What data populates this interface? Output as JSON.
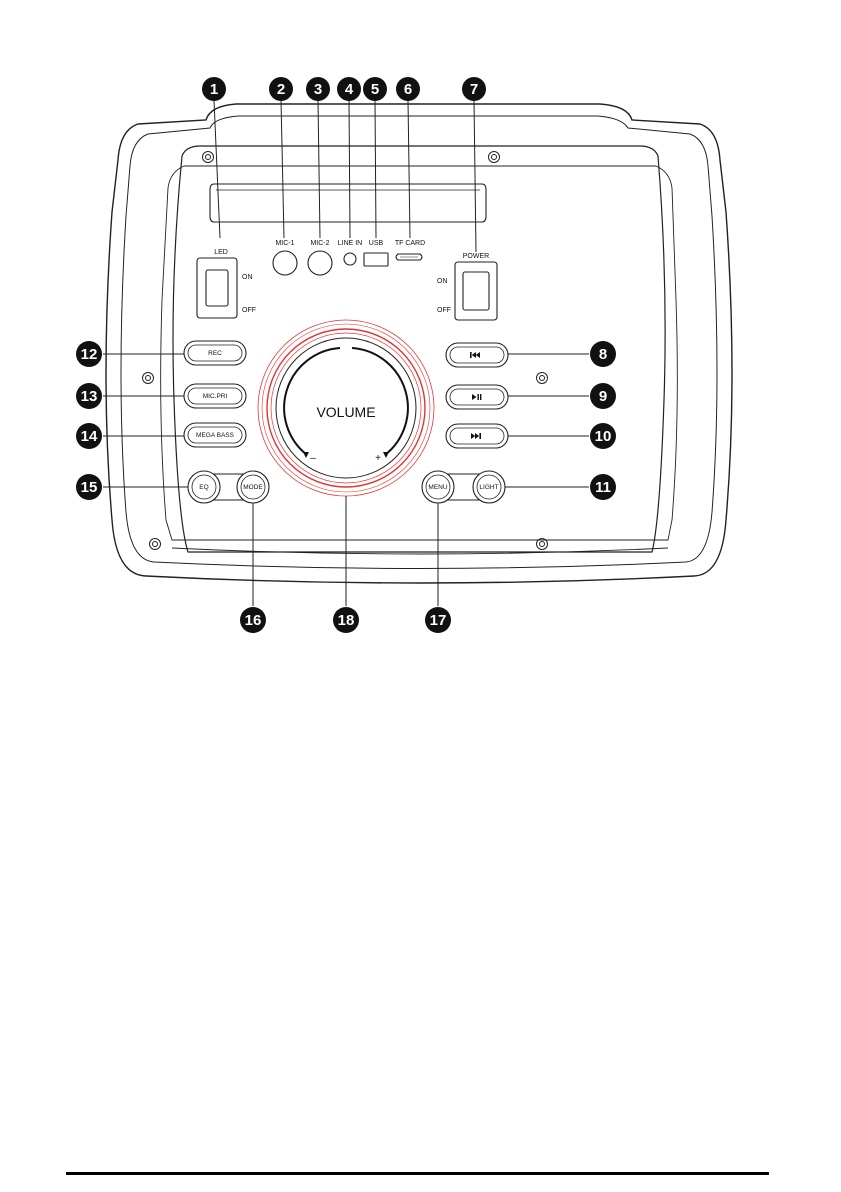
{
  "callouts": [
    "1",
    "2",
    "3",
    "4",
    "5",
    "6",
    "7",
    "8",
    "9",
    "10",
    "11",
    "12",
    "13",
    "14",
    "15",
    "16",
    "17",
    "18"
  ],
  "panel": {
    "led_label": "LED",
    "mic1_label": "MIC-1",
    "mic2_label": "MIC-2",
    "linein_label": "LINE IN",
    "usb_label": "USB",
    "tfcard_label": "TF CARD",
    "power_label": "POWER",
    "on_label": "ON",
    "off_label": "OFF"
  },
  "buttons": {
    "rec": "REC",
    "micpri": "MIC.PRI",
    "megabass": "MEGA BASS",
    "eq": "EQ",
    "mode": "MODE",
    "menu": "MENU",
    "light": "LIGHT"
  },
  "volume": {
    "label": "VOLUME",
    "minus": "–",
    "plus": "+"
  },
  "colors": {
    "ring_accent": "#e8322f",
    "callout_fill": "#111111",
    "outline": "#222222"
  },
  "icons": {
    "prev": "skip-previous-icon",
    "play": "play-pause-icon",
    "next": "skip-next-icon"
  }
}
